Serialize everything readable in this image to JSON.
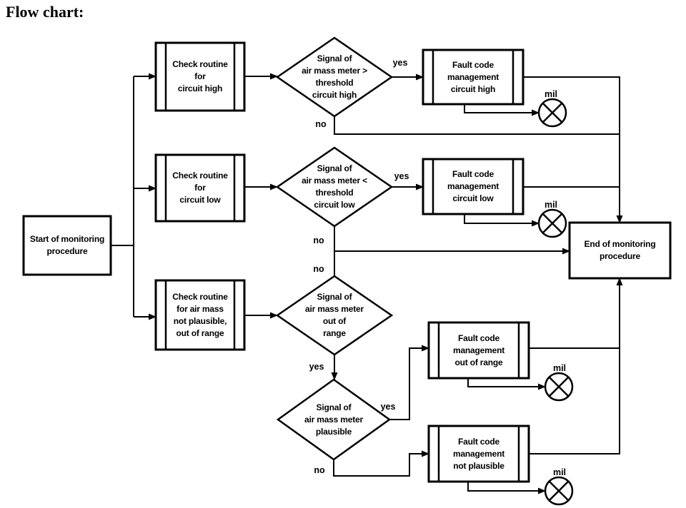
{
  "page": {
    "title": "Flow chart:"
  },
  "flowchart": {
    "colors": {
      "line": "#000000",
      "background": "#ffffff"
    },
    "nodes": {
      "start": {
        "label": "Start of monitoring\nprocedure",
        "shape": "rectangle"
      },
      "check_high": {
        "label": "Check routine\nfor\ncircuit high",
        "shape": "predefined-process"
      },
      "check_low": {
        "label": "Check routine\nfor\ncircuit low",
        "shape": "predefined-process"
      },
      "check_range": {
        "label": "Check routine\nfor air mass\nnot plausible,\nout of range",
        "shape": "predefined-process"
      },
      "decision_high": {
        "label": "Signal of\nair mass meter >\nthreshold\ncircuit high",
        "shape": "diamond"
      },
      "decision_low": {
        "label": "Signal of\nair mass meter <\nthreshold\ncircuit low",
        "shape": "diamond"
      },
      "decision_range": {
        "label": "Signal of\nair mass meter\nout of\nrange",
        "shape": "diamond"
      },
      "decision_plausible": {
        "label": "Signal of\nair mass meter\nplausible",
        "shape": "diamond"
      },
      "fault_high": {
        "label": "Fault code\nmanagement\ncircuit high",
        "shape": "predefined-process"
      },
      "fault_low": {
        "label": "Fault code\nmanagement\ncircuit low",
        "shape": "predefined-process"
      },
      "fault_range": {
        "label": "Fault code\nmanagement\nout of range",
        "shape": "predefined-process"
      },
      "fault_plausible": {
        "label": "Fault code\nmanagement\nnot plausible",
        "shape": "predefined-process"
      },
      "end": {
        "label": "End of monitoring\nprocedure",
        "shape": "rectangle"
      }
    },
    "edge_labels": {
      "d1_yes": "yes",
      "d1_no": "no",
      "d2_yes": "yes",
      "d2_no": "no",
      "d3_yes": "yes",
      "d3_no": "no",
      "d4_yes": "yes",
      "d4_no": "no",
      "mil": "mil"
    }
  }
}
